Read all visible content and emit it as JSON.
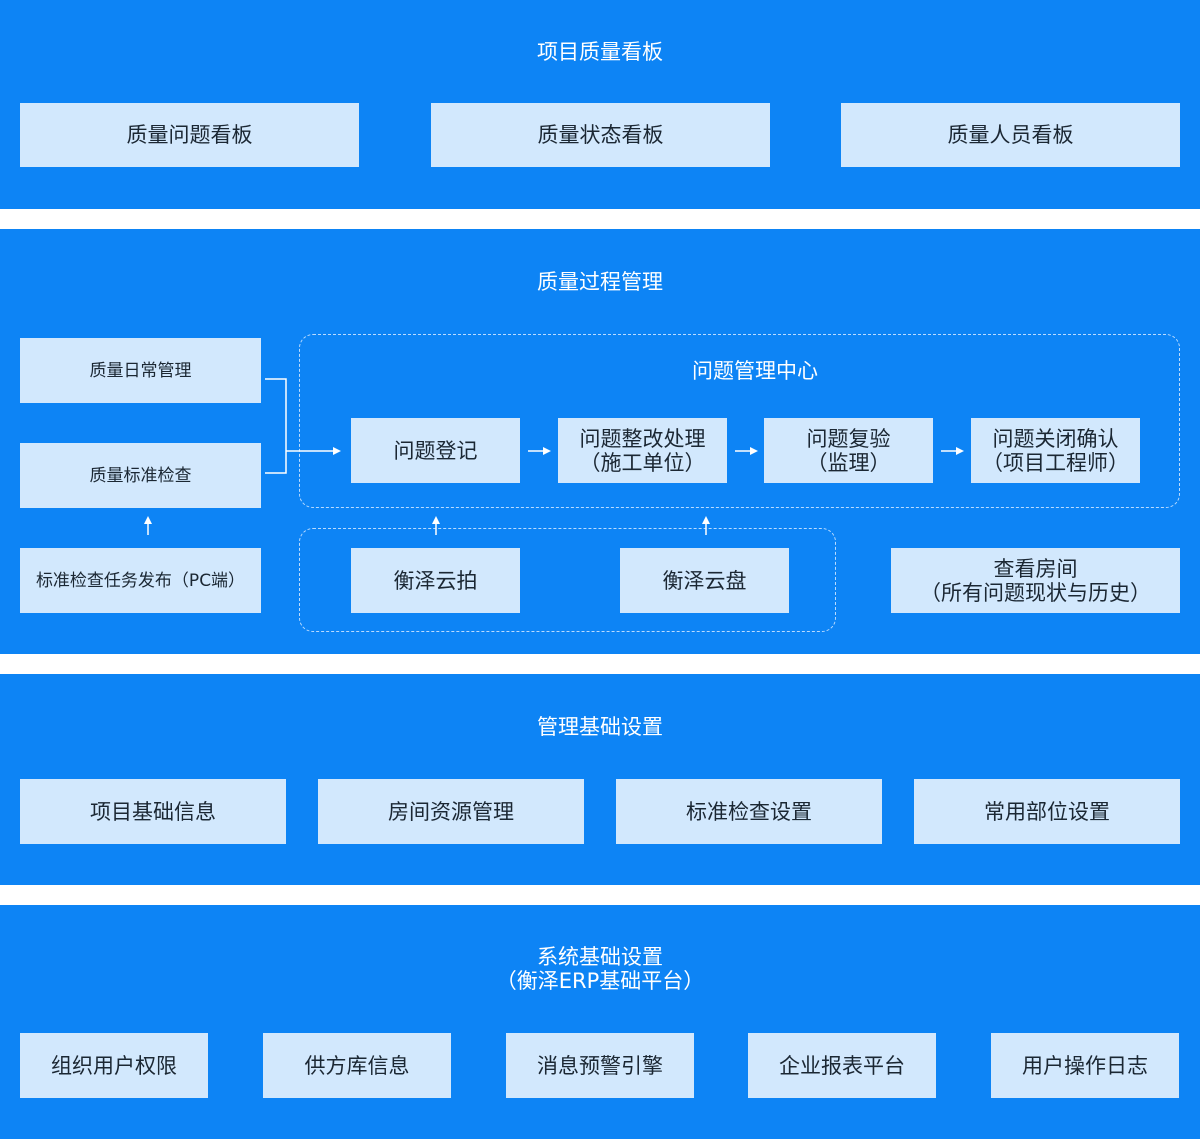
{
  "dashboard": {
    "title": "项目质量看板",
    "items": [
      "质量问题看板",
      "质量状态看板",
      "质量人员看板"
    ]
  },
  "process": {
    "title": "质量过程管理",
    "left": {
      "daily": "质量日常管理",
      "standard_check": "质量标准检查",
      "task_publish": "标准检查任务发布（PC端）"
    },
    "hub": {
      "title": "问题管理中心",
      "steps": [
        {
          "line1": "问题登记",
          "line2": ""
        },
        {
          "line1": "问题整改处理",
          "line2": "（施工单位）"
        },
        {
          "line1": "问题复验",
          "line2": "（监理）"
        },
        {
          "line1": "问题关闭确认",
          "line2": "（项目工程师）"
        }
      ]
    },
    "sources": [
      "衡泽云拍",
      "衡泽云盘"
    ],
    "room_view": {
      "line1": "查看房间",
      "line2": "（所有问题现状与历史）"
    }
  },
  "mgmt": {
    "title": "管理基础设置",
    "items": [
      "项目基础信息",
      "房间资源管理",
      "标准检查设置",
      "常用部位设置"
    ]
  },
  "system": {
    "title_line1": "系统基础设置",
    "title_line2": "（衡泽ERP基础平台）",
    "items": [
      "组织用户权限",
      "供方库信息",
      "消息预警引擎",
      "企业报表平台",
      "用户操作日志"
    ]
  }
}
